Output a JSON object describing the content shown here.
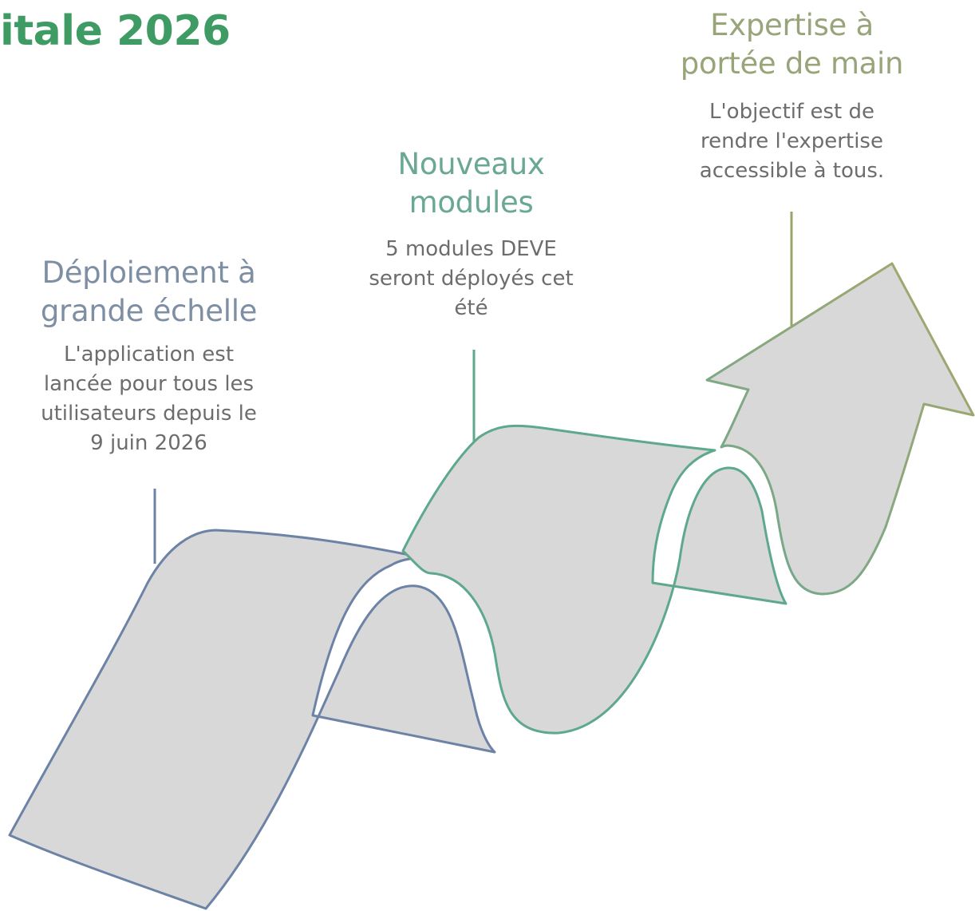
{
  "title": "itale 2026",
  "colors": {
    "title": "#3e9b63",
    "step1": "#7e8fa4",
    "step2": "#6aa891",
    "step3": "#98a47a",
    "step1_line": "#6c83a6",
    "step2_line": "#5ea88c",
    "step3_line": "#9aa56a",
    "fill": "#d8d8d8",
    "description": "#6d6d6d"
  },
  "steps": [
    {
      "title_line1": "Déploiement à",
      "title_line2": "grande échelle",
      "desc_line1": "L'application est",
      "desc_line2": "lancée pour tous les",
      "desc_line3": "utilisateurs depuis le",
      "desc_line4": "9 juin 2026"
    },
    {
      "title_line1": "Nouveaux",
      "title_line2": "modules",
      "desc_line1": "5 modules DEVE",
      "desc_line2": "seront déployés cet",
      "desc_line3": "été"
    },
    {
      "title_line1": "Expertise à",
      "title_line2": "portée de main",
      "desc_line1": "L'objectif est de",
      "desc_line2": "rendre l'expertise",
      "desc_line3": "accessible à tous."
    }
  ]
}
